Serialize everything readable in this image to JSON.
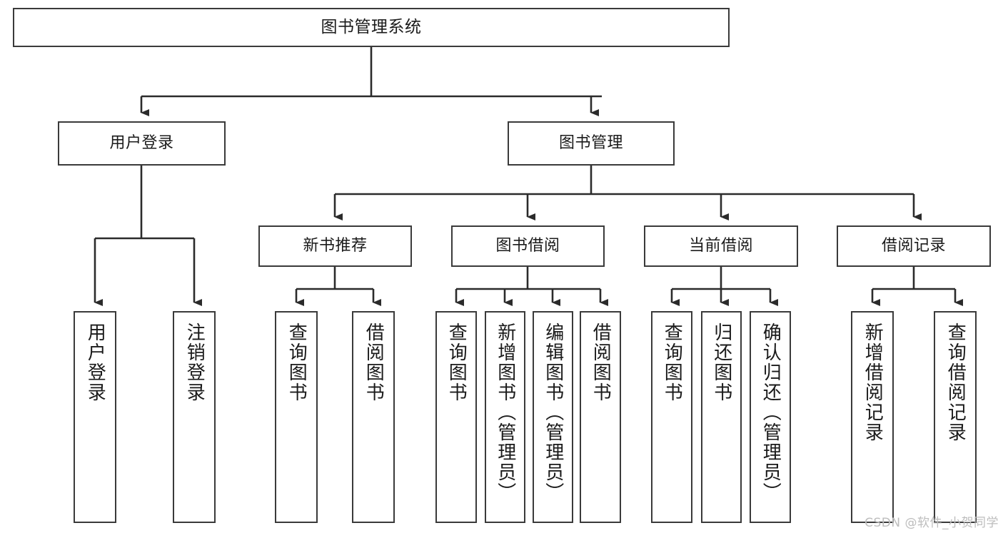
{
  "diagram": {
    "title": "图书管理系统",
    "watermark": "CSDN @软件_小贺同学",
    "stroke_color": "#3a3a3a",
    "text_color": "#1a1a1a",
    "background_color": "#ffffff",
    "watermark_color": "#bdbdbd"
  },
  "nodes": {
    "root": {
      "label": "图书管理系统"
    },
    "level2": [
      {
        "label": "用户登录"
      },
      {
        "label": "图书管理"
      }
    ],
    "level3": [
      {
        "label": "新书推荐"
      },
      {
        "label": "图书借阅"
      },
      {
        "label": "当前借阅"
      },
      {
        "label": "借阅记录"
      }
    ],
    "leaves_user_login": [
      {
        "label": "用户登录"
      },
      {
        "label": "注销登录"
      }
    ],
    "leaves_new_book": [
      {
        "label": "查询图书"
      },
      {
        "label": "借阅图书"
      }
    ],
    "leaves_borrow": [
      {
        "label": "查询图书"
      },
      {
        "label": "新增图书（管理员）"
      },
      {
        "label": "编辑图书（管理员）"
      },
      {
        "label": "借阅图书"
      }
    ],
    "leaves_current": [
      {
        "label": "查询图书"
      },
      {
        "label": "归还图书"
      },
      {
        "label": "确认归还（管理员）"
      }
    ],
    "leaves_record": [
      {
        "label": "新增借阅记录"
      },
      {
        "label": "查询借阅记录"
      }
    ]
  }
}
